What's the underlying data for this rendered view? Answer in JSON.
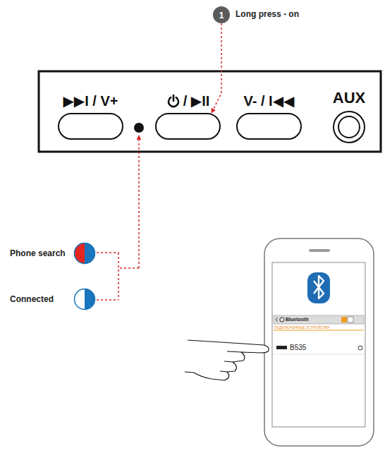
{
  "diagram": {
    "nodes": [
      {
        "text": [
          "1",
          "Long press - on"
        ]
      },
      {
        "text": [
          "▶▶I / V+"
        ]
      },
      {
        "text": [
          "/ ▶II"
        ]
      },
      {
        "text": [
          "V- / I◀◀"
        ]
      },
      {
        "text": [
          "AUX"
        ]
      }
    ],
    "edges": [
      {
        "from": 0,
        "to": 2,
        "arrow": "to"
      }
    ],
    "labels": [
      "Bluetooth",
      "ПОДКЛЮЧЕННЫЕ УСТРОЙСТВА",
      "B535"
    ],
    "legend": [
      {
        "text": "Phone search"
      },
      {
        "text": "Connected"
      }
    ]
  }
}
